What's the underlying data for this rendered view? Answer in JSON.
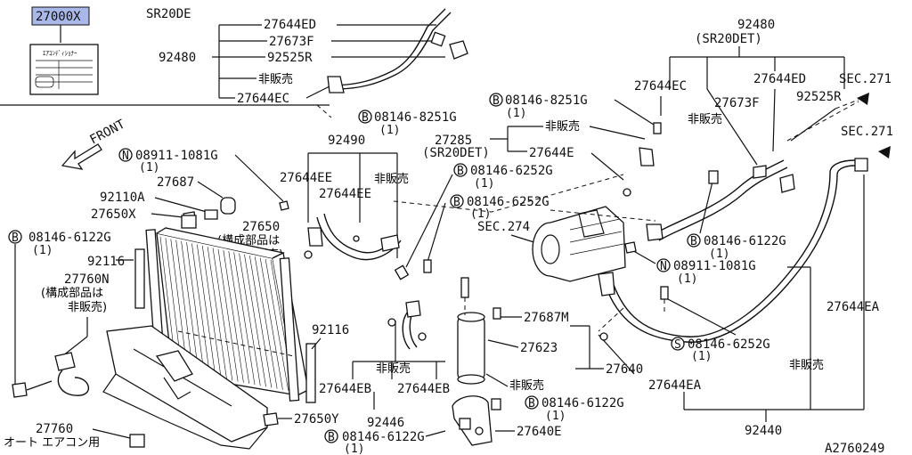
{
  "header": {
    "part_box": "27000X",
    "engine_label": "SR20DE"
  },
  "label_card": {
    "text": "ｴｱｺﾝﾃﾞｨｼｮﾅｰ"
  },
  "callouts": {
    "c27644ED_a": "27644ED",
    "c27673F_a": "27673F",
    "c92480_a": "92480",
    "c92525R_a": "92525R",
    "hihanbai_a": "非販売",
    "c27644EC_a": "27644EC",
    "c92480_b": "92480",
    "sr20det_b": "(SR20DET)",
    "c27644ED_b": "27644ED",
    "sec271_a": "SEC.271",
    "c27644EC_b": "27644EC",
    "c27673F_b": "27673F",
    "c92525R_b": "92525R",
    "hihanbai_b": "非販売",
    "sec271_b": "SEC.271",
    "front": "FRONT",
    "bolt_8251": "08146-8251G",
    "bolt_8251_qty": "(1)",
    "bolt_8251_b": "08146-8251G",
    "bolt_8251_b_qty": "(1)",
    "c92490": "92490",
    "c27285": "27285",
    "sr20det_c": "(SR20DET)",
    "hihanbai_c": "非販売",
    "c27644E": "27644E",
    "nut_1081": "08911-1081G",
    "nut_1081_qty": "(1)",
    "c27644EE_a": "27644EE",
    "hihanbai_d": "非販売",
    "c27644EE_b": "27644EE",
    "bolt_6252_a": "08146-6252G",
    "bolt_6252_a_qty": "(1)",
    "c27687": "27687",
    "c92110A": "92110A",
    "c27650X": "27650X",
    "bolt_6252_b": "08146-6252G",
    "bolt_6252_b_qty": "(1)",
    "sec274": "SEC.274",
    "bolt_6122_a": "08146-6122G",
    "bolt_6122_a_qty": "(1)",
    "c27650": "27650",
    "c27650_note1": "(構成部品は",
    "c27650_note2": "非販売)",
    "bolt_6122_b": "08146-6122G",
    "bolt_6122_b_qty": "(1)",
    "nut_1081_b": "08911-1081G",
    "nut_1081_b_qty": "(1)",
    "c92116_a": "92116",
    "c27760N": "27760N",
    "c27760N_note1": "(構成部品は",
    "c27760N_note2": "非販売)",
    "c27644EA_a": "27644EA",
    "c27687M": "27687M",
    "c92116_b": "92116",
    "c27623": "27623",
    "screw_6252": "08146-6252G",
    "screw_6252_qty": "(1)",
    "hihanbai_e": "非販売",
    "c27640": "27640",
    "hihanbai_f": "非販売",
    "c27644EA_b": "27644EA",
    "hihanbai_g": "非販売",
    "c27644EB_a": "27644EB",
    "c27644EB_b": "27644EB",
    "bolt_6122_c": "08146-6122G",
    "bolt_6122_c_qty": "(1)",
    "c27650Y": "27650Y",
    "c92446": "92446",
    "c27640E": "27640E",
    "c92440": "92440",
    "c27760": "27760",
    "auto_aircon": "オート エアコン用",
    "bolt_6122_d": "08146-6122G",
    "bolt_6122_d_qty": "(1)",
    "diagram_id": "A2760249"
  },
  "circle_marks": {
    "B": "B",
    "N": "N",
    "S": "S"
  }
}
